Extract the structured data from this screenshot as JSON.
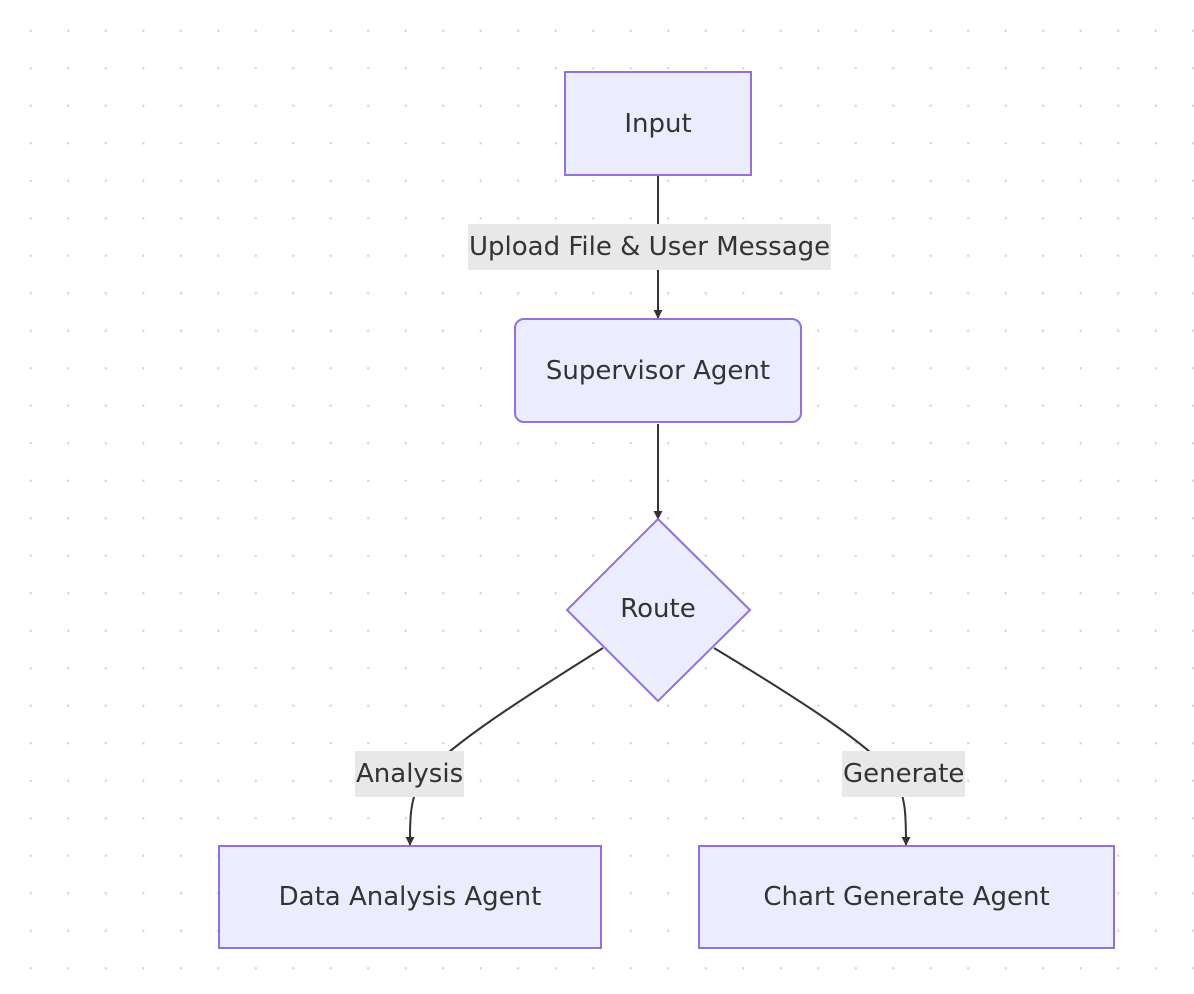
{
  "nodes": {
    "input": {
      "label": "Input"
    },
    "supervisor": {
      "label": "Supervisor Agent"
    },
    "route": {
      "label": "Route"
    },
    "data_analysis": {
      "label": "Data Analysis Agent"
    },
    "chart_generate": {
      "label": "Chart Generate Agent"
    }
  },
  "edges": {
    "input_to_supervisor": {
      "label": "Upload File & User Message"
    },
    "supervisor_to_route": {
      "label": ""
    },
    "route_to_analysis": {
      "label": "Analysis"
    },
    "route_to_chart": {
      "label": "Generate"
    }
  },
  "colors": {
    "node_fill": "#ececff",
    "node_stroke": "#9370db",
    "edge": "#333333",
    "label_bg": "#e8e8e8",
    "text": "#333333",
    "grid_dot": "#d9d9d9"
  }
}
